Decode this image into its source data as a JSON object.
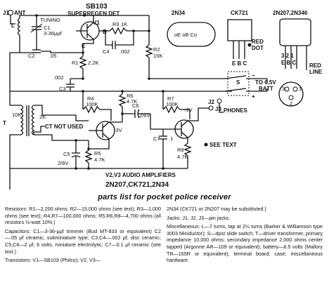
{
  "schematic": {
    "jack_label": "J1",
    "antenna_label": "ANT",
    "detector_type": "SB103",
    "detector_caption": "SUPERREGEN DET",
    "l_label": "L",
    "tuning_label": "TUNING",
    "c1_label": "C1",
    "c1_value": "3-36μμf",
    "c2_label": "C2",
    "c2_value": ".05",
    "c3_label": "C3",
    "c3_value": ".002",
    "c4_label": "C4",
    "c4_value": ".002",
    "r1_label": "R1",
    "r1_value": "2.2K",
    "r2_label": "R2",
    "r2_value": "15K",
    "r3_label": "R3",
    "r3_value": "1K",
    "v1_label": "V1",
    "pin_b": "B",
    "pin_e": "E",
    "transformer_label": "T",
    "t_primary": "10K",
    "t_secondary": "2K",
    "ct_label": "CT NOT USED",
    "c5_label": "C5",
    "c5_value": "2/6V",
    "r5_label": "R5",
    "r5_value": "4.7K",
    "r4_label": "R4",
    "r4_value": "100K",
    "r6_label": "R6",
    "r6_value": "4.7K",
    "c6_label": "C6",
    "c6_value": "2/6V",
    "neg3v_a": "-3V",
    "neg3v_b": "-3V",
    "r7_label": "R7",
    "r7_value": "100K",
    "c7_label": "C7",
    "c7_value": ".1",
    "r8_label": "R8",
    "r8_value": "4.7K",
    "j3_label": "J3",
    "j2_label": "J2",
    "phones_label": "PHONES",
    "switch_label": "S",
    "batt_label": "TO 6.5V",
    "batt_label2": "BATT",
    "see_text": "SEE TEXT",
    "amp_caption": "V2,V3 AUDIO AMPLIFIERS",
    "amp_types": "2N207,CK721,2N34",
    "t2n34_label": "2N34",
    "t2n34_pins": "oE oB Co",
    "ck721_label": "CK721",
    "red_dot": "RED",
    "red_dot2": "DOT",
    "ebc": "E B C",
    "t2n207_label": "2N207,2N346",
    "t2n207_pins": "3 2 1",
    "t2n207_letters": "E B C",
    "red_line": "RED",
    "red_line2": "LINE",
    "socket_1": "1",
    "socket_2": "2",
    "socket_3": "3"
  },
  "parts_list": {
    "title": "parts list for pocket police receiver",
    "resistors": "Resistors: R1—2,200 ohms; R2—15,000 ohms (see text); R3—1,000 ohms (see text); R4,R7—100,000 ohms; R5,R6,R8—4,700 ohms (all resistors ½-watt 10%.)",
    "capacitors": "Capacitors: C1—3-36-μμf trimmer (Bud MT-833 or equivalent) C2—.05 μf ceramic, subminiature type; C3,C4—.002 μf, disc ceramic; C5,C6—2 μf, 6 volts, miniature electrolytic; C7—0.1 μf ceramic (see text.)",
    "transistors": "Transistors: V1—SB103 (Philco); V2, V3—",
    "transistors_cont": "2N34 (CK721 or 2N207 may be substituted.)",
    "jacks": "Jacks: J1, J2, J3—pin jacks.",
    "misc": "Miscellaneous: L—7 turns, tap at 2¼ turns (Barker & Williamson type 3003 Miniductor); S—dpst slide switch; T—driver transformer, primary impedance 10,000 ohms; secondary impedance 2,000 ohms center tapped (Argonne AR—109 or equivalent); battery—6.5 volts (Mallory TR—165R or equivalent); terminal board; case; miscellaneous hardware."
  }
}
